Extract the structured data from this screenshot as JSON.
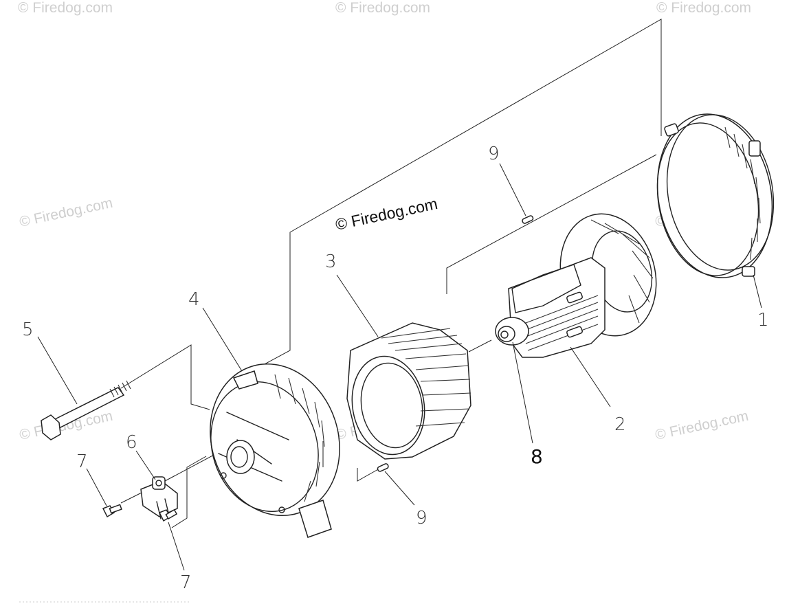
{
  "watermarks": {
    "center": "© Firedog.com",
    "faint": "© Firedog.com"
  },
  "callouts": {
    "part1": "1",
    "part2": "2",
    "part3": "3",
    "part4": "4",
    "part5": "5",
    "part6": "6",
    "part7a": "7",
    "part7b": "7",
    "part8": "8",
    "part9a": "9",
    "part9b": "9"
  }
}
